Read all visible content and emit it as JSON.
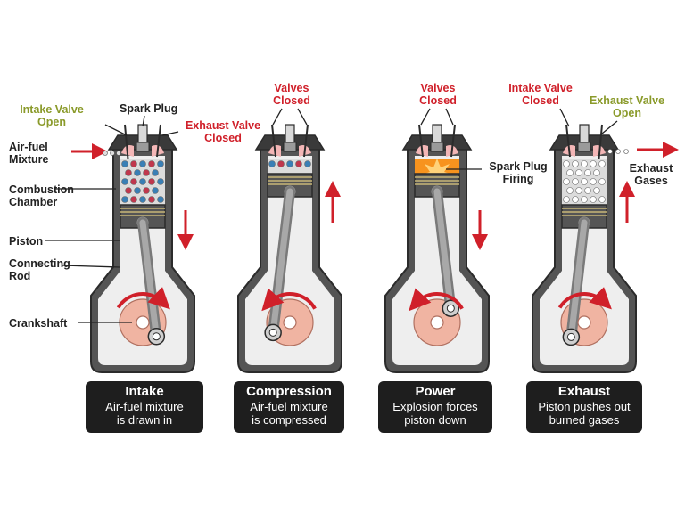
{
  "colors": {
    "outline": "#2b2b2b",
    "cylinder_wall": "#545454",
    "cylinder_inner": "#dcdcdc",
    "crankcase_fill": "#eeeeee",
    "piston": "#555555",
    "ring": "#c8b678",
    "crank_disc": "#f0b4a2",
    "red_arrow": "#d0202a",
    "label_red": "#d0202a",
    "label_olive": "#8a9a2a",
    "fuel_blue": "#3a7fb5",
    "fuel_red": "#c0374d",
    "explosion": "#f7931e",
    "caption_bg": "#1e1e1e"
  },
  "labels": {
    "intake_valve_open": [
      "Intake Valve",
      "Open"
    ],
    "spark_plug": "Spark Plug",
    "exhaust_valve_closed": [
      "Exhaust Valve",
      "Closed"
    ],
    "air_fuel_mixture": [
      "Air-fuel",
      "Mixture"
    ],
    "combustion_chamber": [
      "Combustion",
      "Chamber"
    ],
    "piston": "Piston",
    "connecting_rod": [
      "Connecting",
      "Rod"
    ],
    "crankshaft": "Crankshaft",
    "valves_closed_compression": [
      "Valves",
      "Closed"
    ],
    "valves_closed_power": [
      "Valves",
      "Closed"
    ],
    "spark_plug_firing": [
      "Spark Plug",
      "Firing"
    ],
    "intake_valve_closed": [
      "Intake Valve",
      "Closed"
    ],
    "exhaust_valve_open": [
      "Exhaust Valve",
      "Open"
    ],
    "exhaust_gases": [
      "Exhaust",
      "Gases"
    ]
  },
  "strokes": [
    {
      "title": "Intake",
      "desc": [
        "Air-fuel mixture",
        "is drawn in"
      ],
      "piston_motion": "down",
      "crank_rotation": "clockwise",
      "chamber": "fuel-mixture"
    },
    {
      "title": "Compression",
      "desc": [
        "Air-fuel mixture",
        "is compressed"
      ],
      "piston_motion": "up",
      "crank_rotation": "counterclockwise",
      "chamber": "compressed-mixture"
    },
    {
      "title": "Power",
      "desc": [
        "Explosion forces",
        "piston down"
      ],
      "piston_motion": "down",
      "crank_rotation": "counterclockwise",
      "chamber": "explosion"
    },
    {
      "title": "Exhaust",
      "desc": [
        "Piston pushes out",
        "burned gases"
      ],
      "piston_motion": "up",
      "crank_rotation": "clockwise",
      "chamber": "burned-gases"
    }
  ]
}
